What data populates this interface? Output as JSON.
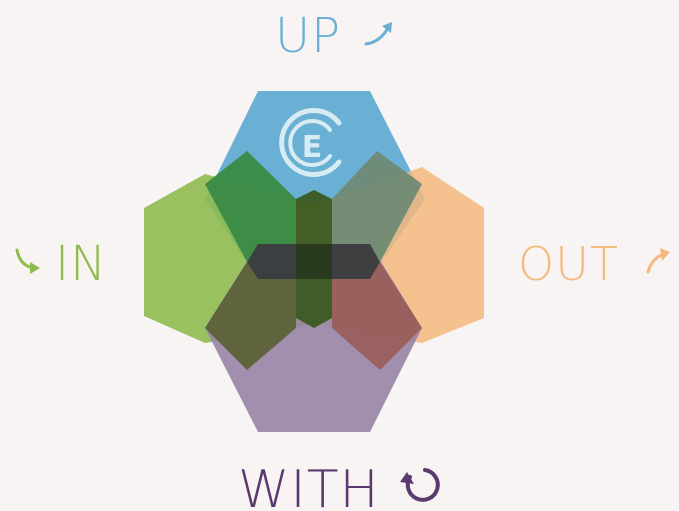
{
  "labels": {
    "up": "UP",
    "in": "IN",
    "out": "OUT",
    "with": "WITH"
  },
  "logo": {
    "letter": "E",
    "icon": "circular-e-logo-icon"
  },
  "colors": {
    "background": "#f8f4f4",
    "up": "#6aafd4",
    "in": "#8fbb4f",
    "out": "#f4b97c",
    "with": "#9a86a6",
    "with_text": "#5a3a6e",
    "center_cross": "#343434"
  },
  "icons": {
    "up": "curved-arrow-up-right-icon",
    "in": "curved-arrow-down-right-icon",
    "out": "curved-arrow-up-right-icon",
    "with": "circular-refresh-arrow-icon"
  }
}
